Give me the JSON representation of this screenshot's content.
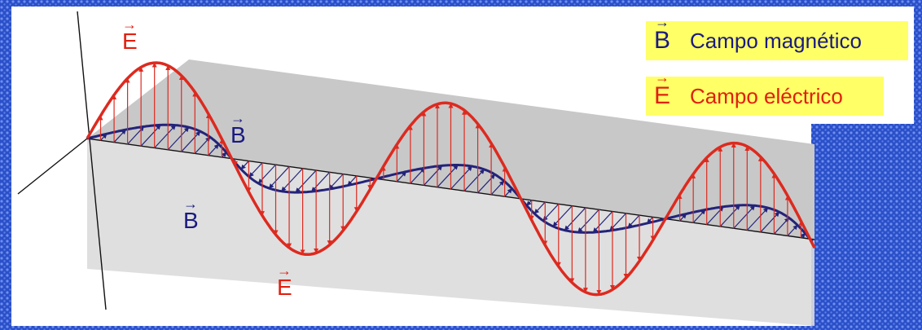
{
  "colors": {
    "background": "#ffffff",
    "border_pattern": "#2a4fc8",
    "plane_fill": "#c9c9c9",
    "electric": "#dd2a1f",
    "magnetic": "#23237a",
    "legend_bg": "#ffff66"
  },
  "wave_labels": {
    "e_top": "E",
    "b_right": "B",
    "b_left": "B",
    "e_bottom": "E",
    "vector_arrow": "→"
  },
  "legend": [
    {
      "symbol": "B",
      "text": "Campo magnético",
      "color": "#1a1a80"
    },
    {
      "symbol": "E",
      "text": "Campo eléctrico",
      "color": "#e02010"
    }
  ]
}
